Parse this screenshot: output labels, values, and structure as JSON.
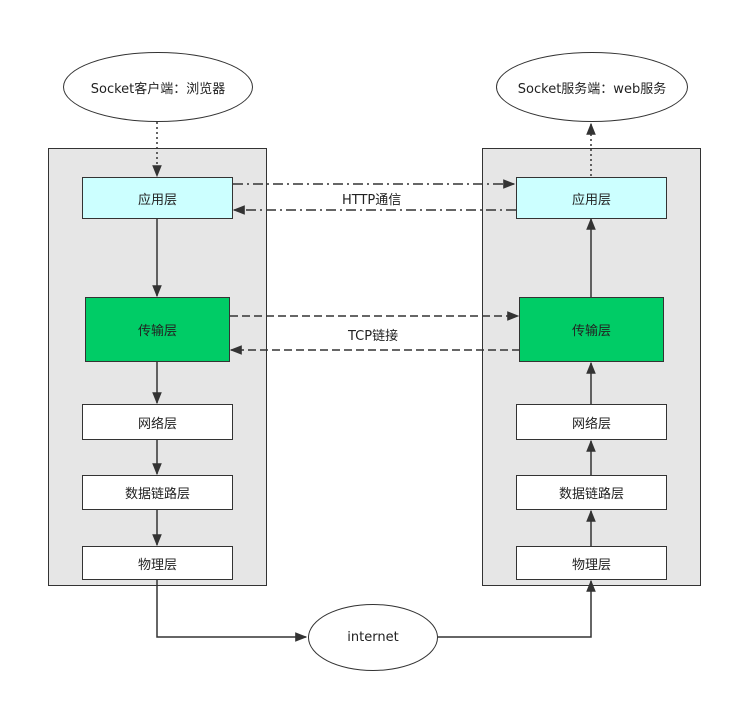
{
  "client": {
    "title": "Socket客户端：浏览器",
    "layers": [
      "应用层",
      "传输层",
      "网络层",
      "数据链路层",
      "物理层"
    ]
  },
  "server": {
    "title": "Socket服务端：web服务",
    "layers": [
      "应用层",
      "传输层",
      "网络层",
      "数据链路层",
      "物理层"
    ]
  },
  "links": {
    "http": "HTTP通信",
    "tcp": "TCP链接"
  },
  "internet": "internet",
  "colors": {
    "application_layer": "#ccffff",
    "transport_layer": "#00cc66",
    "panel": "#e6e6e6"
  }
}
